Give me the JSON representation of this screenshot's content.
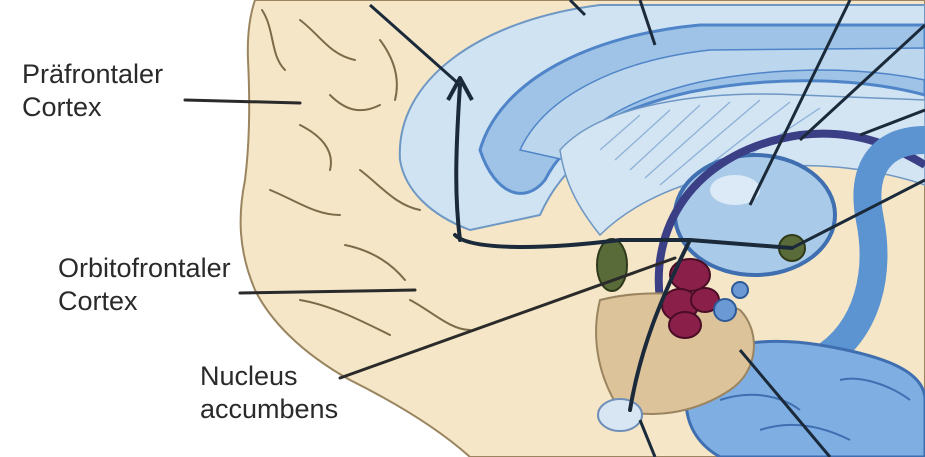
{
  "labels": {
    "praefrontaler_cortex": {
      "line1": "Präfrontaler",
      "line2": "Cortex"
    },
    "orbitofrontaler_cortex": {
      "line1": "Orbitofrontaler",
      "line2": "Cortex"
    },
    "nucleus_accumbens": {
      "line1": "Nucleus",
      "line2": "accumbens"
    }
  },
  "colors": {
    "cortex": "#f4e6c6",
    "cortex_outline": "#9a8560",
    "ventricle_light": "#cfe3f2",
    "ventricle": "#9fc3e6",
    "ventricle_dark": "#4f85c8",
    "pathway": "#1b2a3a",
    "nucleus_red": "#8a1f4a",
    "green_nucleus": "#5a6b3a",
    "brainstem": "#dcc39a"
  }
}
